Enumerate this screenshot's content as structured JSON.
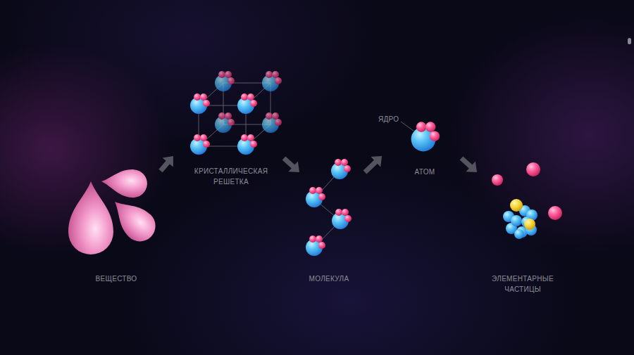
{
  "diagram": {
    "nodes": [
      {
        "text": [
          "ВЕЩЕСТВО"
        ]
      },
      {
        "text": [
          "КРИСТАЛЛИЧЕСКАЯ РЕШЕТКА"
        ]
      },
      {
        "text": [
          "МОЛЕКУЛА"
        ]
      },
      {
        "text": [
          "АТОМ"
        ]
      },
      {
        "text": [
          "ЭЛЕМЕНТАРНЫЕ ЧАСТИЦЫ"
        ]
      }
    ],
    "edges": [
      {
        "from": 0,
        "to": 1,
        "arrow": "to"
      },
      {
        "from": 1,
        "to": 2,
        "arrow": "to"
      },
      {
        "from": 2,
        "to": 3,
        "arrow": "to"
      },
      {
        "from": 3,
        "to": 4,
        "arrow": "to"
      }
    ],
    "labels": [
      "ЯДРО"
    ]
  }
}
